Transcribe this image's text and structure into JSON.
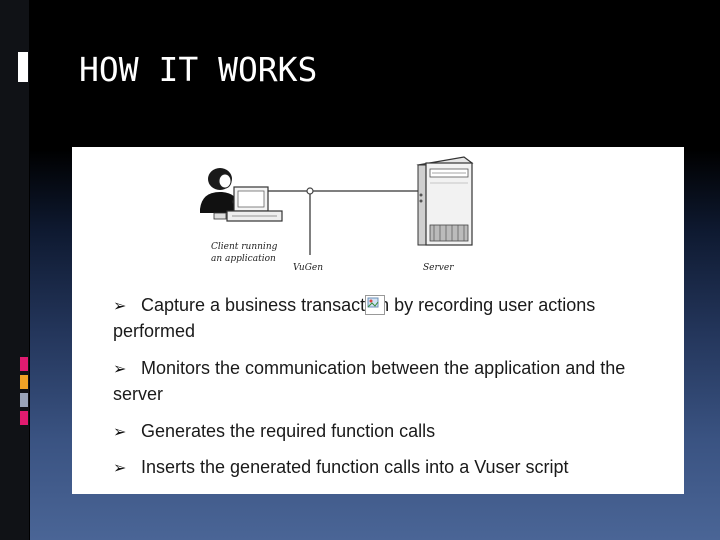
{
  "slide": {
    "title": "HOW IT WORKS",
    "accent_colors": [
      "#e01b6f",
      "#f0a326",
      "#9aa4b8",
      "#e01b6f",
      "#ffffff"
    ]
  },
  "figure": {
    "labels": {
      "client": "Client running\nan application",
      "vugen": "VuGen",
      "server": "Server"
    }
  },
  "bullets": [
    {
      "marker": "➢",
      "text": "Capture a business transaction by recording user actions performed"
    },
    {
      "marker": "➢",
      "text": "Monitors the communication between the application and the server"
    },
    {
      "marker": "➢",
      "text": "Generates the required function calls"
    },
    {
      "marker": "➢",
      "text": "Inserts the generated function calls into a Vuser script"
    }
  ]
}
